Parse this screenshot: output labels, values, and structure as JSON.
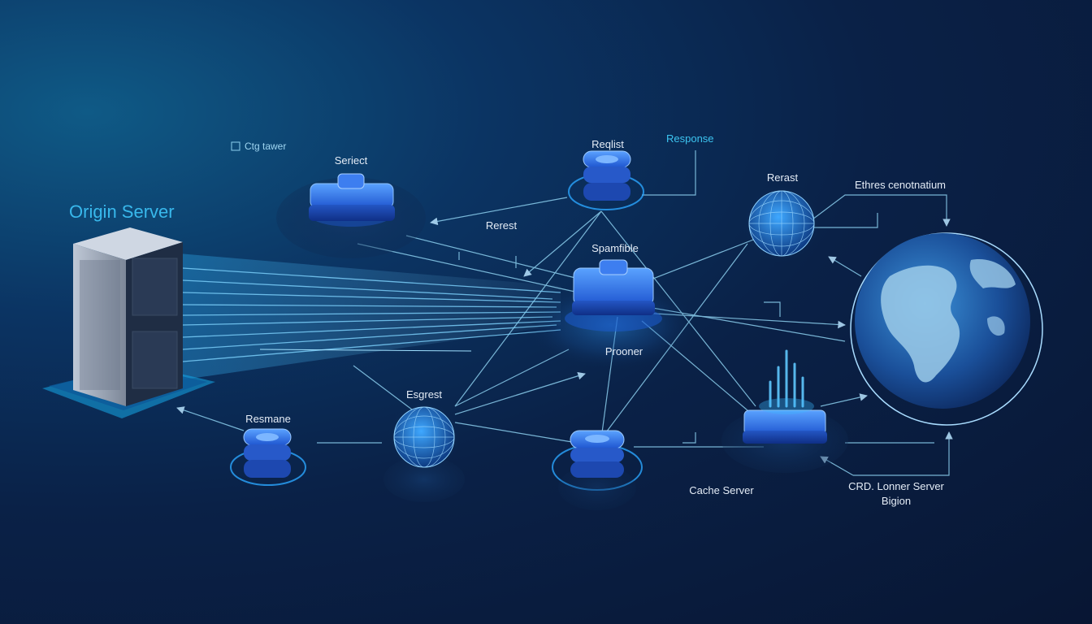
{
  "labels": {
    "origin_title": "Origin Server",
    "top_left_tag": "Ctg tawer",
    "node_seriect": "Seriect",
    "node_reqlist_top": "Reqlist",
    "response_top": "Response",
    "rerest_center": "Rerest",
    "spamfible": "Spamfible",
    "rerast_right": "Rerast",
    "ethres": "Ethres cenotnatium",
    "prooner": "Prooner",
    "esgrest": "Esgrest",
    "resmane": "Resmane",
    "cache_server": "Cache Server",
    "cdn_server": "CRD. Lonner Server",
    "region": "Bigion"
  },
  "colors": {
    "accent": "#3cc4f0",
    "node_blue": "#2a6fe6",
    "line": "#7ec8ee",
    "background": "#0a2147"
  },
  "icons": {
    "origin": "server-rack-icon",
    "node": "database-node-icon",
    "globe": "globe-icon",
    "earth": "earth-globe-icon",
    "cache": "cache-server-icon"
  }
}
